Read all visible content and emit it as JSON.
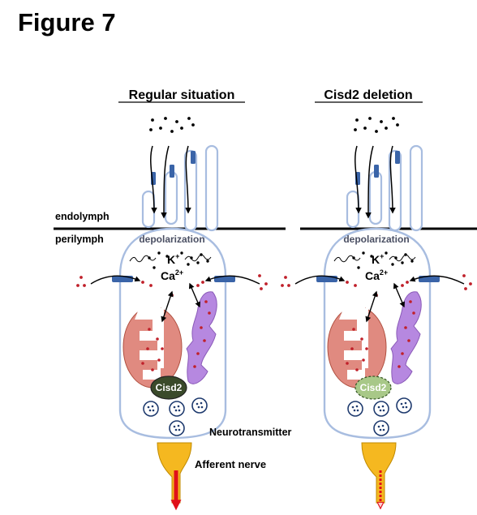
{
  "figure": {
    "title": "Figure 7",
    "labels": {
      "endolymph": "endolymph",
      "perilymph": "perilymph",
      "neurotransmitter": "Neurotransmitter",
      "afferent": "Afferent nerve"
    },
    "panels": [
      {
        "id": "regular",
        "title": "Regular situation",
        "depolarization": "depolarization",
        "k_ion": "K",
        "k_charge": "+",
        "ca_ion": "Ca",
        "ca_charge": "2+",
        "cisd2_label": "Cisd2",
        "cisd2_state": "present",
        "nerve_state": "active"
      },
      {
        "id": "deletion",
        "title": "Cisd2 deletion",
        "depolarization": "depolarization",
        "k_ion": "K",
        "k_charge": "+",
        "ca_ion": "Ca",
        "ca_charge": "2+",
        "cisd2_label": "Cisd2",
        "cisd2_state": "deleted",
        "nerve_state": "reduced"
      }
    ],
    "colors": {
      "cell_outline": "#a8bde0",
      "channel": "#3a64a8",
      "mitochondrion": "#e08a80",
      "er": "#b688e0",
      "cisd2_present": "#3a4a2a",
      "cisd2_deleted": "#a8c888",
      "calcium_dot": "#c0202a",
      "nerve": "#f5b820",
      "nerve_signal": "#e0101a",
      "vesicle": "#1e3a6e"
    }
  }
}
